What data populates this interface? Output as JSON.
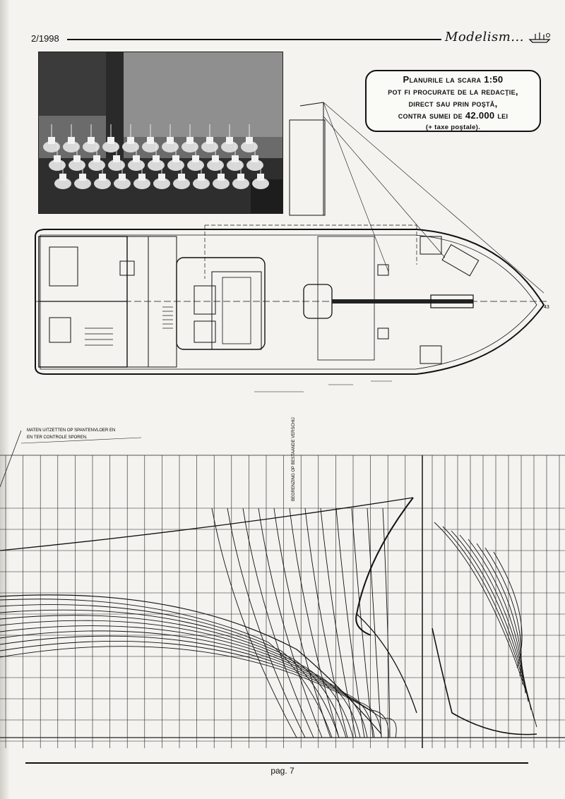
{
  "header": {
    "issue": "2/1998",
    "logo": "Modelism..."
  },
  "notice": {
    "line1": "Planurile la scara 1:50",
    "line2": "pot fi procurate de la redacţie,",
    "line3": "direct sau prin poştă,",
    "line4": "contra sumei de 42.000 lei",
    "line5": "(+ taxe poştale)."
  },
  "plan_labels": {
    "bow_number": "43"
  },
  "lines_labels": {
    "note1": "MATEN UITZETTEN OP SPANTENVLOER EN",
    "note2": "EN TER CONTROLE SPOREN.",
    "vertical_note": "BEGRENZING OP BESTAANDE VERSCHIJ"
  },
  "footer": {
    "page": "pag. 7"
  }
}
